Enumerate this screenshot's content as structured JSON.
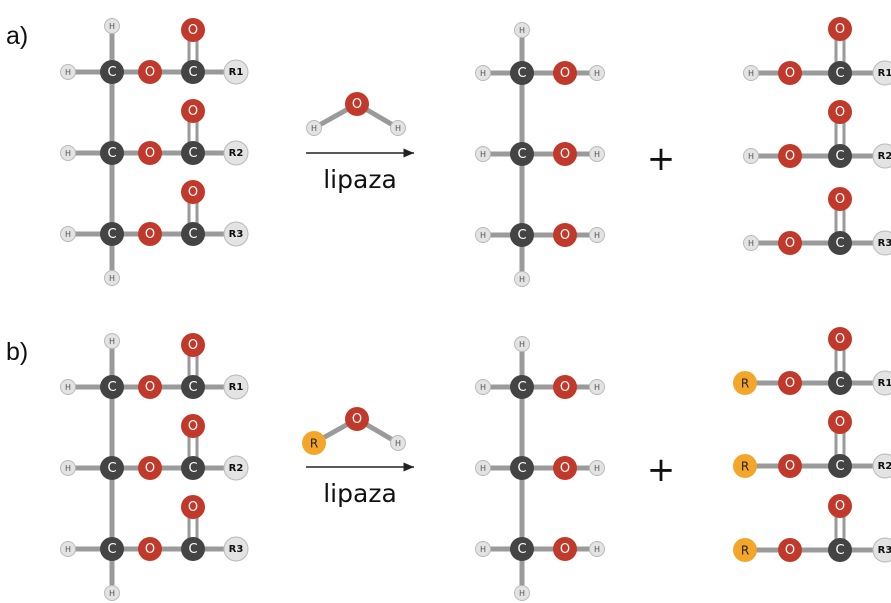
{
  "panels": [
    {
      "label": "a)",
      "enzyme": "lipaza",
      "plus": "+",
      "reagent_group": "H"
    },
    {
      "label": "b)",
      "enzyme": "lipaza",
      "plus": "+",
      "reagent_group": "R"
    }
  ],
  "atoms": {
    "carbon": "C",
    "oxygen": "O",
    "hydrogen": "H",
    "alkyl": "R",
    "chains": [
      "R1",
      "R2",
      "R3"
    ]
  },
  "colors": {
    "carbon": "#444444",
    "oxygen": "#c0392b",
    "hydrogen": "#e3e3e3",
    "alkyl": "#f4a62a",
    "bond": "#9a9a9a",
    "text_dark": "#111111"
  }
}
